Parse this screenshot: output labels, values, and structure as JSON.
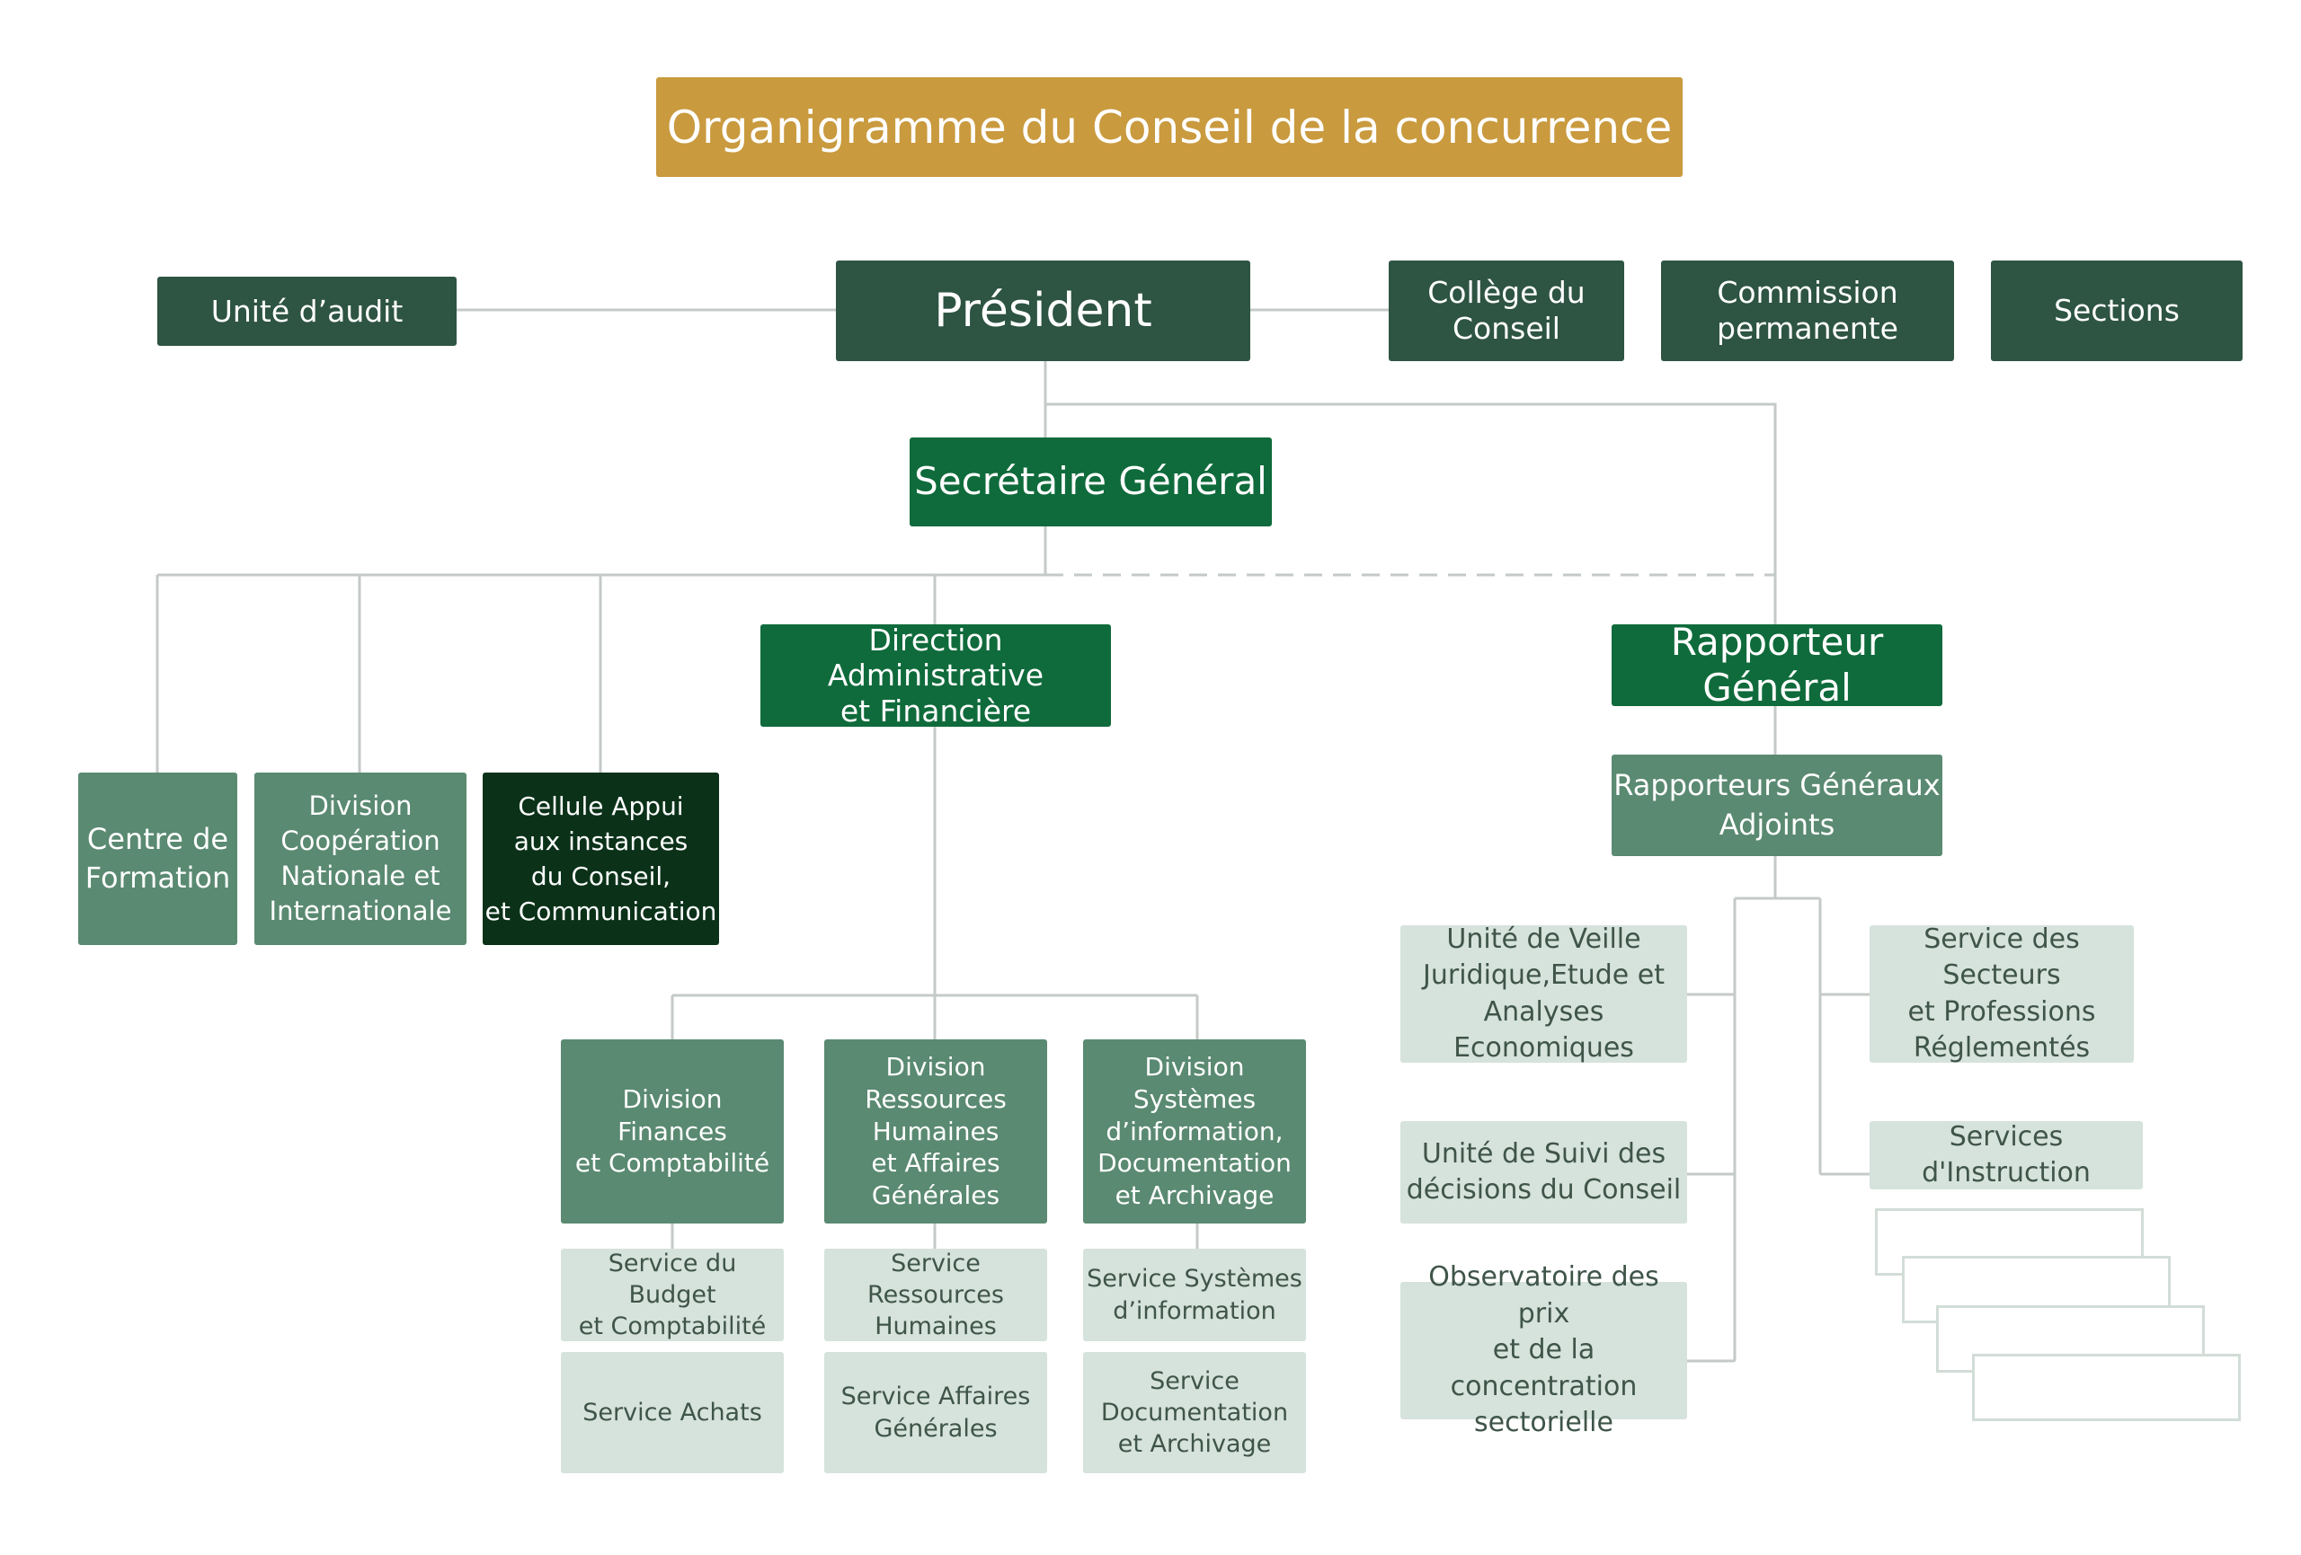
{
  "diagram": {
    "title": "Organigramme du Conseil de la concurrence",
    "top_row": {
      "audit": "Unité d’audit",
      "president": "Président",
      "college": "Collège du\nConseil",
      "commission": "Commission\npermanente",
      "sections": "Sections"
    },
    "secretaire": "Secrétaire Général",
    "daf": "Direction Administrative\net Financière",
    "rapporteur": "Rapporteur Général",
    "rapporteurs_adjoints": "Rapporteurs Généraux\nAdjoints",
    "left_units": {
      "formation": "Centre de\nFormation",
      "cooperation": "Division\nCoopération\nNationale et\nInternationale",
      "cellule": "Cellule Appui\naux instances\ndu Conseil,\net Communication"
    },
    "divisions": {
      "finances": "Division\nFinances\net Comptabilité",
      "rh": "Division\nRessources\nHumaines\net Affaires\nGénérales",
      "si": "Division\nSystèmes\nd’information,\nDocumentation\net Archivage"
    },
    "services": {
      "budget": "Service du Budget\net Comptabilité",
      "achats": "Service Achats",
      "ressources_humaines": "Service Ressources\nHumaines",
      "affaires_generales": "Service Affaires\nGénérales",
      "systemes_information": "Service Systèmes\nd’information",
      "documentation": "Service\nDocumentation\net Archivage"
    },
    "rapporteur_units": {
      "veille": "Unité de Veille\nJuridique,Etude et\nAnalyses Economiques",
      "suivi": "Unité de Suivi des\ndécisions du Conseil",
      "observatoire": "Observatoire des prix\net de la concentration\nsectorielle",
      "secteurs": "Service des Secteurs\net Professions\nRéglementés",
      "instruction": "Services d'Instruction"
    }
  },
  "colors": {
    "gold": "#c99a3e",
    "dark_green": "#2e5443",
    "green": "#0f6b3b",
    "mid_green": "#5a8a71",
    "black_green": "#0b3219",
    "light_green": "#d6e2dc",
    "connector": "#c4cac7"
  }
}
